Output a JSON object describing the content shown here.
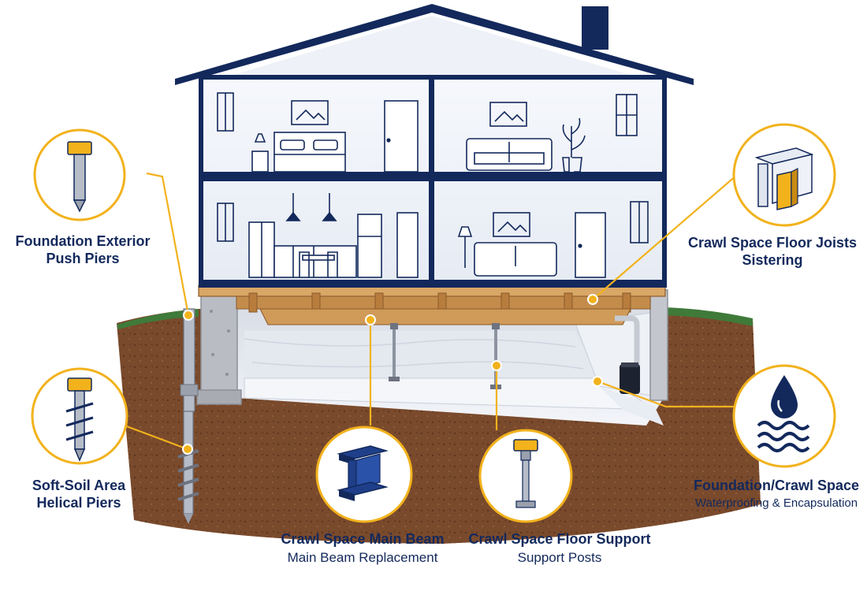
{
  "callouts": {
    "push_piers": {
      "line1": "Foundation Exterior",
      "line2": "Push Piers"
    },
    "helical_piers": {
      "line1": "Soft-Soil Area",
      "line2": "Helical Piers"
    },
    "main_beam": {
      "line1": "Crawl Space Main Beam",
      "line2": "Main Beam Replacement"
    },
    "support_posts": {
      "line1": "Crawl Space Floor Support",
      "line2": "Support Posts"
    },
    "joists": {
      "line1": "Crawl Space Floor Joists",
      "line2": "Sistering"
    },
    "waterproofing": {
      "line1": "Foundation/Crawl Space",
      "line2": "Waterproofing & Encapsulation"
    }
  },
  "icons": {
    "push_piers": "push-pier-icon",
    "helical_piers": "helical-pier-icon",
    "main_beam": "steel-i-beam-icon",
    "support_posts": "support-post-icon",
    "joists": "joist-sistering-icon",
    "waterproofing": "water-drop-waves-icon"
  },
  "colors": {
    "navy": "#13295c",
    "accent_gold": "#f2b21c",
    "soil": "#7a4a2c",
    "grass": "#3f7a3a",
    "lumber": "#c9914f",
    "wall_light": "#eef1f7"
  }
}
